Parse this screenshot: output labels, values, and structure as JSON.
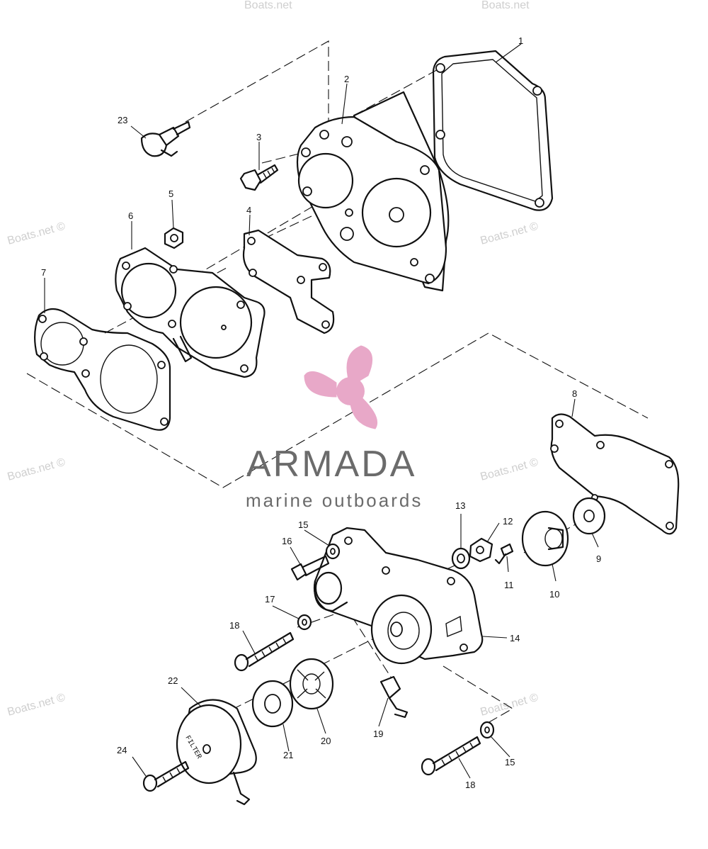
{
  "diagram": {
    "part_labels": [
      "1",
      "2",
      "3",
      "4",
      "5",
      "6",
      "7",
      "8",
      "9",
      "10",
      "11",
      "12",
      "13",
      "14",
      "15",
      "16",
      "17",
      "18",
      "19",
      "20",
      "21",
      "22",
      "23",
      "24"
    ],
    "repeat_labels": {
      "15b": "15",
      "18b": "18"
    },
    "filter_text": "FILTER"
  },
  "watermark": {
    "text": "Boats.net ©",
    "text_top": "Boats.net"
  },
  "brand": {
    "name": "ARMADA",
    "tagline": "marine outboards",
    "accent_color": "#e8a8c8",
    "text_color": "#6b6b6b"
  }
}
